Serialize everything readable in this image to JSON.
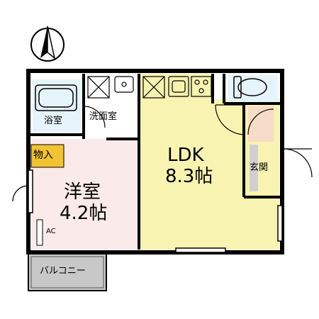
{
  "rooms": {
    "bath": "浴室",
    "washroom": "洗面室",
    "storage": "物入",
    "western_room": "洋室",
    "western_room_size": "4.2帖",
    "ldk": "LDK",
    "ldk_size": "8.3帖",
    "entrance": "玄関",
    "balcony": "バルコニー"
  },
  "fixtures": {
    "ac": "AC"
  },
  "icons": {
    "compass": "north-arrow-icon",
    "washer": "washing-machine-icon",
    "fridge": "refrigerator-icon",
    "sink": "sink-icon",
    "stove": "stove-icon",
    "toilet": "toilet-icon",
    "bathtub": "bathtub-icon"
  },
  "colors": {
    "ldk_fill": "#f8f3b0",
    "western_fill": "#fbeaea",
    "bath_fill": "#e6f4fb",
    "storage_fill": "#f1c232",
    "entrance_fill": "#f6dcc8",
    "balcony_fill": "#c8c8c8",
    "wall": "#000000"
  }
}
